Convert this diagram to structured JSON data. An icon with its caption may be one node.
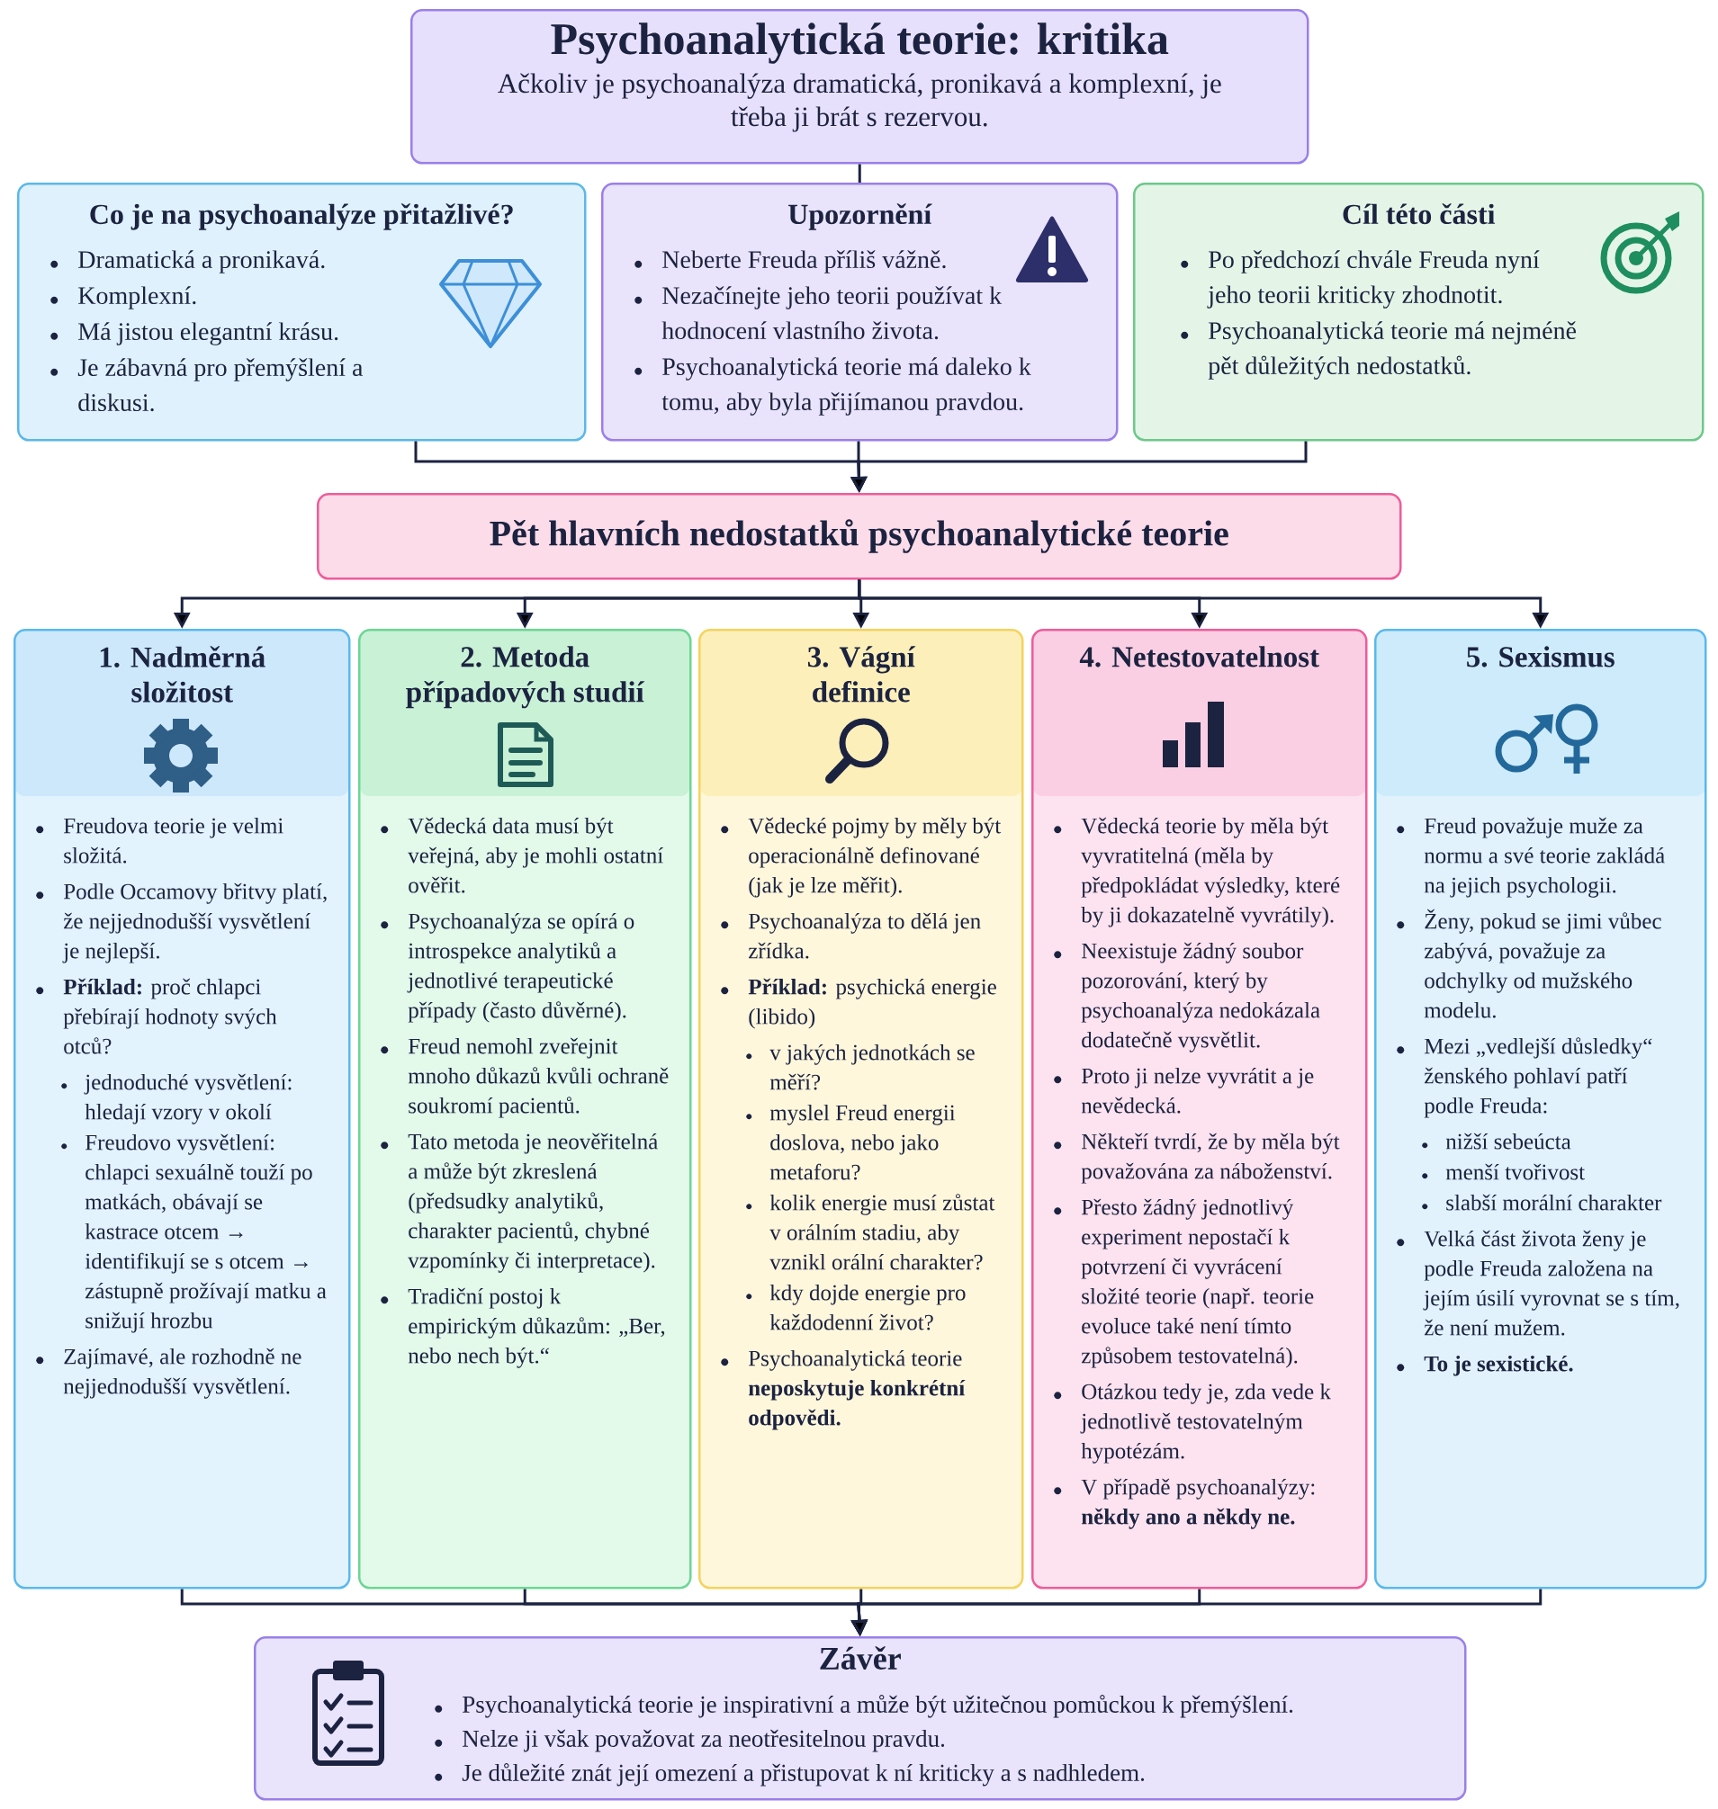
{
  "diagram": {
    "nodes": [
      {
        "text": [
          "Psychoanalytická teorie: kritika",
          "Ačkoliv je psychoanalýza dramatická, pronikavá a komplexní, je třeba ji brát s rezervou."
        ]
      },
      {
        "text": [
          "Co je na psychoanalýze přitažlivé?",
          "Dramatická a pronikavá.",
          "Komplexní.",
          "Má jistou elegantní krásu.",
          "Je zábavná pro přemýšlení a diskusi."
        ]
      },
      {
        "text": [
          "Upozornění",
          "Neberte Freuda příliš vážně.",
          "Nezačínejte jeho teorii používat k hodnocení vlastního života.",
          "Psychoanalytická teorie má daleko k tomu, aby byla přijímanou pravdou."
        ]
      },
      {
        "text": [
          "Cíl této části",
          "Po předchozí chvále Freuda nyní jeho teorii kriticky zhodnotit.",
          "Psychoanalytická teorie má nejméně pět důležitých nedostatků."
        ]
      },
      {
        "text": [
          "Pět hlavních nedostatků psychoanalytické teorie"
        ]
      },
      {
        "text": [
          "1. Nadměrná složitost",
          "Freudova teorie je velmi složitá.",
          "Podle Occamovy břitvy platí, že nejjednodušší vysvětlení je nejlepší.",
          "**Příklad:** proč chlapci přebírají hodnoty svých otců?",
          "jednoduché vysvětlení: hledají vzory v okolí",
          "Freudovo vysvětlení: chlapci sexuálně touží po matkách, obávají se kastrace otcem → identifikují se s otcem → zástupně prožívají matku a snižují hrozbu",
          "Zajímavé, ale rozhodně ne nejjednodušší vysvětlení."
        ]
      },
      {
        "text": [
          "2. Metoda případových studií",
          "Vědecká data musí být veřejná, aby je mohli ostatní ověřit.",
          "Psychoanalýza se opírá o introspekce analytiků a jednotlivé terapeutické případy (často důvěrné).",
          "Freud nemohl zveřejnit mnoho důkazů kvůli ochraně soukromí pacientů.",
          "Tato metoda je neověřitelná a může být zkreslená (předsudky analytiků, charakter pacientů, chybné vzpomínky či interpretace).",
          "Tradiční postoj k empirickým důkazům: „Ber, nebo nech být.“"
        ]
      },
      {
        "text": [
          "3. Vágní definice",
          "Vědecké pojmy by měly být operacionálně definované (jak je lze měřit).",
          "Psychoanalýza to dělá jen zřídka.",
          "**Příklad:** psychická energie (libido)",
          "v jakých jednotkách se měří?",
          "myslel Freud energii doslova, nebo jako metaforu?",
          "kolik energie musí zůstat v orálním stadiu, aby vznikl orální charakter?",
          "kdy dojde energie pro každodenní život?",
          "Psychoanalytická teorie **neposkytuje konkrétní odpovědi.**"
        ]
      },
      {
        "text": [
          "4. Netestovatelnost",
          "Vědecká teorie by měla být vyvratitelná (měla by předpokládat výsledky, které by ji dokazatelně vyvrátily).",
          "Neexistuje žádný soubor pozorování, který by psychoanalýza nedokázala dodatečně vysvětlit.",
          "Proto ji nelze vyvrátit a je nevědecká.",
          "Někteří tvrdí, že by měla být považována za náboženství.",
          "Přesto žádný jednotlivý experiment nepostačí k potvrzení či vyvrácení složité teorie (např. teorie evoluce také není tímto způsobem testovatelná).",
          "Otázkou tedy je, zda vede k jednotlivě testovatelným hypotézám.",
          "V případě psychoanalýzy: **někdy ano a někdy ne.**"
        ]
      },
      {
        "text": [
          "5. Sexismus",
          "Freud považuje muže za normu a své teorie zakládá na jejich psychologii.",
          "Ženy, pokud se jimi vůbec zabývá, považuje za odchylky od mužského modelu.",
          "Mezi „vedlejší důsledky“ ženského pohlaví patří podle Freuda:",
          "nižší sebeúcta",
          "menší tvořivost",
          "slabší morální charakter",
          "Velká část života ženy je podle Freuda založena na jejím úsilí vyrovnat se s tím, že není mužem.",
          "To je sexistické."
        ]
      },
      {
        "text": [
          "Závěr",
          "Psychoanalytická teorie je inspirativní a může být užitečnou pomůckou k přemýšlení.",
          "Nelze ji však považovat za neotřesitelnou pravdu.",
          "Je důležité znát její omezení a přistupovat k ní kriticky a s nadhledem."
        ]
      }
    ],
    "edges": [
      {
        "from": 0,
        "to": 2,
        "arrow": "none"
      },
      {
        "from": 1,
        "to": 4,
        "arrow": "to"
      },
      {
        "from": 2,
        "to": 4,
        "arrow": "to"
      },
      {
        "from": 3,
        "to": 4,
        "arrow": "to"
      },
      {
        "from": 4,
        "to": 5,
        "arrow": "to"
      },
      {
        "from": 4,
        "to": 6,
        "arrow": "to"
      },
      {
        "from": 4,
        "to": 7,
        "arrow": "to"
      },
      {
        "from": 4,
        "to": 8,
        "arrow": "to"
      },
      {
        "from": 4,
        "to": 9,
        "arrow": "to"
      },
      {
        "from": 5,
        "to": 10,
        "arrow": "to"
      },
      {
        "from": 6,
        "to": 10,
        "arrow": "to"
      },
      {
        "from": 7,
        "to": 10,
        "arrow": "to"
      },
      {
        "from": 8,
        "to": 10,
        "arrow": "to"
      },
      {
        "from": 9,
        "to": 10,
        "arrow": "to"
      }
    ]
  }
}
